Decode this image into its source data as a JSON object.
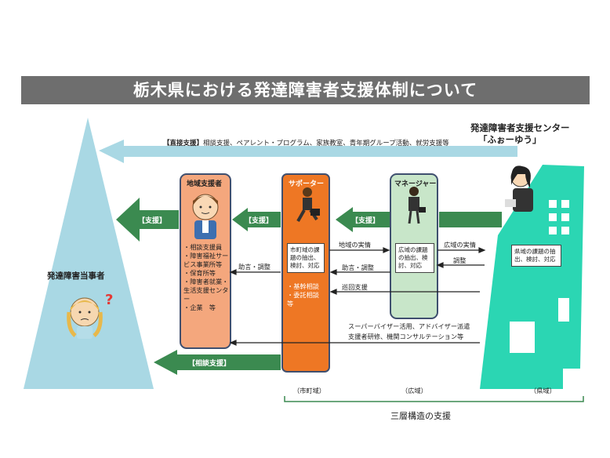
{
  "title": "栃木県における発達障害者支援体制について",
  "center": {
    "name_line1": "発達障害者支援センター",
    "name_line2": "「ふぉーゆう」"
  },
  "direct_support": {
    "label": "【直接支援】",
    "text": "相談支援、ペアレント・プログラム、家族教室、青年期グループ活動、就労支援等"
  },
  "person_label": "発達障害当事者",
  "person_question": "?",
  "local_supporter": {
    "title": "地域支援者",
    "items": [
      "・相談支援員",
      "・障害福祉サービス事業所等",
      "・保育所等",
      "・障害者就業・生活支援センター",
      "・企業　等"
    ]
  },
  "supporter": {
    "title": "サポーター",
    "box_text": "市町域の課題の抽出、検討、対応",
    "items": [
      "・基幹相談",
      "・委託相談",
      "等"
    ]
  },
  "manager": {
    "title": "マネージャー",
    "box_text": "広域の課題の抽出、検討、対応"
  },
  "pref_box_text": "県域の課題の抽出、検討、対応",
  "arrows": {
    "support": "【支援】",
    "consult_support": "【相談支援】",
    "advice_adjust": "助言・調整",
    "area_state": "地域の実情",
    "wide_state": "広域の実情",
    "adjust": "調整",
    "advice_adjust2": "助言・調整",
    "round_support": "巡回支援",
    "sv_line1": "スーパーバイザー活用、アドバイザー派遣",
    "sv_line2": "支援者研修、機関コンサルテーション等"
  },
  "levels": {
    "municipal": "（市町域）",
    "wide": "（広域）",
    "prefectural": "（県域）"
  },
  "three_layer": "三層構造の支援",
  "colors": {
    "title_bg": "#6e6e6e",
    "green": "#3b8a50",
    "light_blue": "#a9d8e4",
    "orange": "#ee7724",
    "salmon": "#f4a77d",
    "pale_green": "#c8e6c9",
    "teal": "#2bd6b3"
  }
}
